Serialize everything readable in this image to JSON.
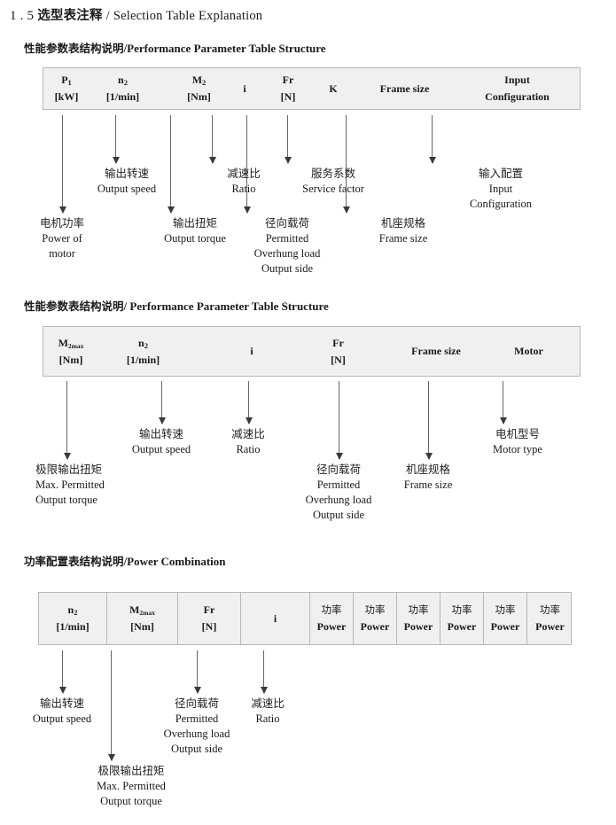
{
  "doc": {
    "title_num": "1 . 5",
    "title_cn": "选型表注释",
    "title_sep": "/",
    "title_en": "Selection Table Explanation"
  },
  "sections": [
    {
      "heading_cn": "性能参数表结构说明",
      "heading_sep": "/",
      "heading_en": "Performance Parameter Table Structure",
      "columns": [
        {
          "sym": "P",
          "sub": "1",
          "unit": "[kW]"
        },
        {
          "sym": "n",
          "sub": "2",
          "unit": "[1/min]"
        },
        {
          "sym": "M",
          "sub": "2",
          "unit": "[Nm]"
        },
        {
          "sym": "i",
          "sub": "",
          "unit": ""
        },
        {
          "sym": "Fr",
          "sub": "",
          "unit": "[N]"
        },
        {
          "sym": "K",
          "sub": "",
          "unit": ""
        },
        {
          "sym": "Frame size",
          "sub": "",
          "unit": ""
        },
        {
          "sym": "Input",
          "sub": "",
          "unit": "Configuration"
        }
      ],
      "annotations": [
        {
          "cn": "电机功率",
          "en": [
            "Power of",
            "motor"
          ]
        },
        {
          "cn": "输出转速",
          "en": [
            "Output speed"
          ]
        },
        {
          "cn": "输出扭矩",
          "en": [
            "Output torque"
          ]
        },
        {
          "cn": "减速比",
          "en": [
            "Ratio"
          ]
        },
        {
          "cn": "径向载荷",
          "en": [
            "Permitted",
            "Overhung load",
            "Output side"
          ]
        },
        {
          "cn": "服务系数",
          "en": [
            "Service factor"
          ]
        },
        {
          "cn": "机座规格",
          "en": [
            "Frame size"
          ]
        },
        {
          "cn": "输入配置",
          "en": [
            "Input",
            "Configuration"
          ]
        }
      ]
    },
    {
      "heading_cn": "性能参数表结构说明",
      "heading_sep": "/",
      "heading_en": "Performance Parameter Table Structure",
      "columns": [
        {
          "sym": "M",
          "sub": "2max",
          "unit": "[Nm]"
        },
        {
          "sym": "n",
          "sub": "2",
          "unit": "[1/min]"
        },
        {
          "sym": "i",
          "sub": "",
          "unit": ""
        },
        {
          "sym": "Fr",
          "sub": "",
          "unit": "[N]"
        },
        {
          "sym": "Frame size",
          "sub": "",
          "unit": ""
        },
        {
          "sym": "Motor",
          "sub": "",
          "unit": ""
        }
      ],
      "annotations": [
        {
          "cn": "极限输出扭矩",
          "en": [
            "Max. Permitted",
            "Output  torque"
          ]
        },
        {
          "cn": "输出转速",
          "en": [
            "Output speed"
          ]
        },
        {
          "cn": "减速比",
          "en": [
            "Ratio"
          ]
        },
        {
          "cn": "径向载荷",
          "en": [
            "Permitted",
            "Overhung load",
            "Output side"
          ]
        },
        {
          "cn": "机座规格",
          "en": [
            "Frame size"
          ]
        },
        {
          "cn": "电机型号",
          "en": [
            "Motor type"
          ]
        }
      ]
    },
    {
      "heading_cn": "功率配置表结构说明",
      "heading_sep": "/",
      "heading_en": "Power Combination",
      "columns": [
        {
          "sym": "n",
          "sub": "2",
          "unit": "[1/min]"
        },
        {
          "sym": "M",
          "sub": "2max",
          "unit": "[Nm]"
        },
        {
          "sym": "Fr",
          "sub": "",
          "unit": "[N]"
        },
        {
          "sym": "i",
          "sub": "",
          "unit": ""
        },
        {
          "sym": "功率",
          "sub": "",
          "unit": "Power"
        },
        {
          "sym": "功率",
          "sub": "",
          "unit": "Power"
        },
        {
          "sym": "功率",
          "sub": "",
          "unit": "Power"
        },
        {
          "sym": "功率",
          "sub": "",
          "unit": "Power"
        },
        {
          "sym": "功率",
          "sub": "",
          "unit": "Power"
        },
        {
          "sym": "功率",
          "sub": "",
          "unit": "Power"
        }
      ],
      "annotations": [
        {
          "cn": "输出转速",
          "en": [
            "Output speed"
          ]
        },
        {
          "cn": "极限输出扭矩",
          "en": [
            "Max. Permitted",
            "Output  torque"
          ]
        },
        {
          "cn": "径向载荷",
          "en": [
            "Permitted",
            "Overhung load",
            "Output side"
          ]
        },
        {
          "cn": "减速比",
          "en": [
            "Ratio"
          ]
        }
      ]
    }
  ]
}
